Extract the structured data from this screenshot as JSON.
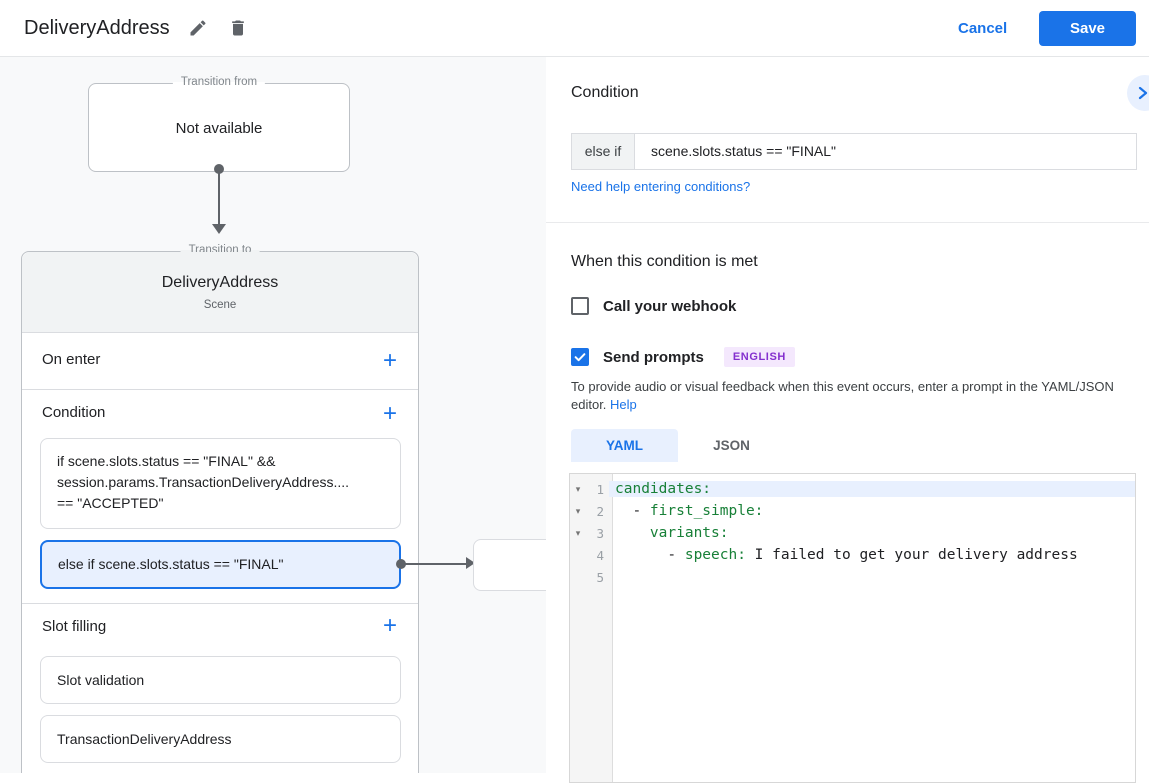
{
  "colors": {
    "accent_blue": "#1a73e8",
    "selection_blue_bg": "#e8f0fe",
    "badge_purple": "#8430ce",
    "badge_purple_bg": "#f4e8fd",
    "code_key_green": "#188038",
    "panel_gray": "#f8f9fa",
    "card_header_gray": "#f1f3f4"
  },
  "icons": {
    "plus_glyph": "+",
    "fold_glyph": "▾",
    "edit": "pencil-icon",
    "delete": "trash-icon",
    "collapse": "chevron-right-icon",
    "checked": "check-icon"
  },
  "header": {
    "title": "DeliveryAddress",
    "cancel_label": "Cancel",
    "save_label": "Save"
  },
  "canvas": {
    "transition_from": {
      "label": "Transition from",
      "value": "Not available"
    },
    "scene_card": {
      "legend": "Transition to",
      "title": "DeliveryAddress",
      "subtitle": "Scene",
      "on_enter_label": "On enter",
      "condition_label": "Condition",
      "condition_box_1": {
        "line1": "if scene.slots.status == \"FINAL\" &&",
        "line2": "session.params.TransactionDeliveryAddress....",
        "line3": "== \"ACCEPTED\""
      },
      "condition_box_2": "else if scene.slots.status == \"FINAL\"",
      "slot_filling_label": "Slot filling",
      "slot_items": {
        "0": "Slot validation",
        "1": "TransactionDeliveryAddress"
      }
    }
  },
  "panel": {
    "title": "Condition",
    "condition_prefix": "else if",
    "condition_value": "scene.slots.status == \"FINAL\"",
    "help_link": "Need help entering conditions?",
    "when_met": {
      "title": "When this condition is met",
      "webhook_label": "Call your webhook",
      "prompts_label": "Send prompts",
      "language_badge": "ENGLISH",
      "description": "To provide audio or visual feedback when this event occurs, enter a prompt in the YAML/JSON editor.",
      "description_link": "Help"
    },
    "tabs": {
      "yaml": "YAML",
      "json": "JSON"
    },
    "editor": {
      "lines": {
        "0": {
          "num": "1",
          "fold": "▾",
          "pre": "",
          "key": "candidates:",
          "value": ""
        },
        "1": {
          "num": "2",
          "fold": "▾",
          "pre": "  - ",
          "key": "first_simple:",
          "value": ""
        },
        "2": {
          "num": "3",
          "fold": "▾",
          "pre": "    ",
          "key": "variants:",
          "value": ""
        },
        "3": {
          "num": "4",
          "fold": "",
          "pre": "      - ",
          "key": "speech:",
          "value": " I failed to get your delivery address"
        },
        "4": {
          "num": "5",
          "fold": "",
          "pre": "",
          "key": "",
          "value": ""
        }
      }
    }
  }
}
